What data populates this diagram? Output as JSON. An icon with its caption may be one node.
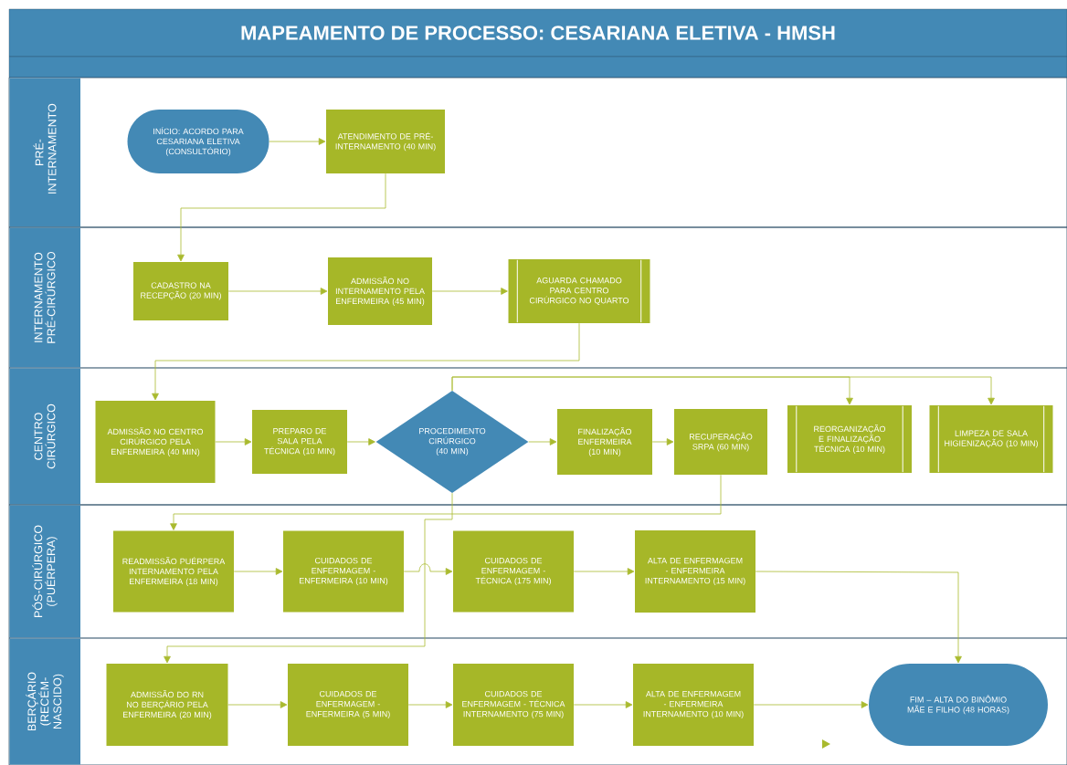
{
  "diagram": {
    "title": "MAPEAMENTO DE PROCESSO: CESARIANA ELETIVA - HMSH",
    "nodes": [
      {
        "text": [
          "PRÉ-INTERNAMENTO"
        ]
      },
      {
        "text": [
          "INTERNAMENTO PRÉ-CIRÚRGICO"
        ]
      },
      {
        "text": [
          "CENTRO CIRÚRGICO"
        ]
      },
      {
        "text": [
          "PÓS-CIRÚRGICO (PUÉRPERA)"
        ]
      },
      {
        "text": [
          "BERÇÁRIO (RECÉM-NASCIDO)"
        ]
      },
      {
        "text": [
          "INÍCIO: ACORDO PARA CESARIANA ELETIVA (CONSULTÓRIO)"
        ],
        "in": 0
      },
      {
        "text": [
          "ATENDIMENTO DE PRÉ-INTERNAMENTO (40 MIN)"
        ],
        "in": 0
      },
      {
        "text": [
          "CADASTRO NA RECEPÇÃO (20 MIN)"
        ],
        "in": 1
      },
      {
        "text": [
          "ADMISSÃO NO INTERNAMENTO PELA ENFERMEIRA (45 MIN)"
        ],
        "in": 1
      },
      {
        "text": [
          "AGUARDA CHAMADO PARA CENTRO CIRÚRGICO NO QUARTO"
        ],
        "in": 1
      },
      {
        "text": [
          "ADMISSÃO NO CENTRO CIRÚRGICO PELA ENFERMEIRA (40 MIN)"
        ],
        "in": 2
      },
      {
        "text": [
          "PREPARO DE SALA PELA TÉCNICA (10 MIN)"
        ],
        "in": 2
      },
      {
        "text": [
          "PROCEDIMENTO CIRÚRGICO (40 MIN)"
        ],
        "in": 2
      },
      {
        "text": [
          "FINALIZAÇÃO ENFERMEIRA (10 MIN)"
        ],
        "in": 2
      },
      {
        "text": [
          "RECUPERAÇÃO SRPA (60 MIN)"
        ],
        "in": 2
      },
      {
        "text": [
          "REORGANIZAÇÃO E FINALIZAÇÃO TÉCNICA (10 MIN)"
        ],
        "in": 2
      },
      {
        "text": [
          "LIMPEZA DE SALA HIGIENIZAÇÃO (10 MIN)"
        ],
        "in": 2
      },
      {
        "text": [
          "READMISSÃO PUÉRPERA INTERNAMENTO PELA ENFERMEIRA (18 MIN)"
        ],
        "in": 3
      },
      {
        "text": [
          "CUIDADOS DE ENFERMAGEM - ENFERMEIRA (10 MIN)"
        ],
        "in": 3
      },
      {
        "text": [
          "CUIDADOS DE ENFERMAGEM - TÉCNICA (175 MIN)"
        ],
        "in": 3
      },
      {
        "text": [
          "ALTA DE ENFERMAGEM - ENFERMEIRA INTERNAMENTO (15 MIN)"
        ],
        "in": 3
      },
      {
        "text": [
          "ADMISSÃO DO RN NO BERÇÁRIO PELA ENFERMEIRA (20 MIN)"
        ],
        "in": 4
      },
      {
        "text": [
          "CUIDADOS DE ENFERMAGEM - ENFERMEIRA (5 MIN)"
        ],
        "in": 4
      },
      {
        "text": [
          "CUIDADOS DE ENFERMAGEM - TÉCNICA INTERNAMENTO (75 MIN)"
        ],
        "in": 4
      },
      {
        "text": [
          "ALTA DE ENFERMAGEM - ENFERMEIRA INTERNAMENTO (10 MIN)"
        ],
        "in": 4
      },
      {
        "text": [
          "FIM – ALTA DO BINÔMIO MÃE E FILHO (48 HORAS)"
        ],
        "in": 4
      }
    ],
    "edges": [
      {
        "from": 5,
        "to": 6,
        "arrow": "to"
      },
      {
        "from": 6,
        "to": 7,
        "arrow": "to"
      },
      {
        "from": 7,
        "to": 8,
        "arrow": "to"
      },
      {
        "from": 8,
        "to": 9,
        "arrow": "to"
      },
      {
        "from": 9,
        "to": 10,
        "arrow": "to"
      },
      {
        "from": 10,
        "to": 11,
        "arrow": "to"
      },
      {
        "from": 11,
        "to": 12,
        "arrow": "to"
      },
      {
        "from": 12,
        "to": 13,
        "arrow": "to"
      },
      {
        "from": 13,
        "to": 14,
        "arrow": "to"
      },
      {
        "from": 12,
        "to": 15,
        "arrow": "to"
      },
      {
        "from": 12,
        "to": 16,
        "arrow": "to"
      },
      {
        "from": 14,
        "to": 17,
        "arrow": "to"
      },
      {
        "from": 12,
        "to": 21,
        "arrow": "to"
      },
      {
        "from": 17,
        "to": 18,
        "arrow": "to"
      },
      {
        "from": 18,
        "to": 19,
        "arrow": "to"
      },
      {
        "from": 19,
        "to": 20,
        "arrow": "to"
      },
      {
        "from": 20,
        "to": 25,
        "arrow": "to"
      },
      {
        "from": 21,
        "to": 22,
        "arrow": "to"
      },
      {
        "from": 22,
        "to": 23,
        "arrow": "to"
      },
      {
        "from": 23,
        "to": 24,
        "arrow": "to"
      },
      {
        "from": 24,
        "to": 25,
        "arrow": "to"
      }
    ]
  }
}
